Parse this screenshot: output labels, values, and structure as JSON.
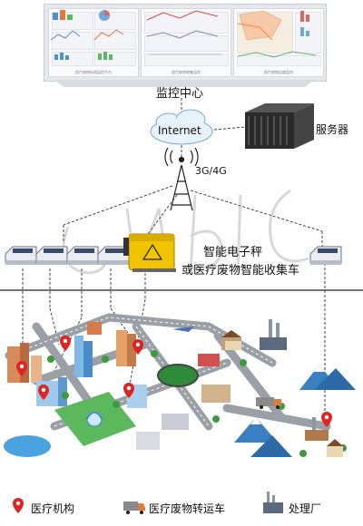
{
  "monitor": {
    "label": "监控中心",
    "screens": [
      {
        "caption": "医疗废物处理监控平台"
      },
      {
        "caption": "医疗废物收集监控"
      },
      {
        "caption": "医疗废物运输监控"
      }
    ]
  },
  "network": {
    "internet_label": "Internet",
    "server_label": "服务器",
    "tower_label": "3G/4G"
  },
  "collection": {
    "label_line1": "智能电子秤",
    "label_line2": "或医疗废物智能收集车"
  },
  "legend": [
    {
      "icon": "map-pin-icon",
      "label": "医疗机构",
      "color": "#e02424"
    },
    {
      "icon": "transfer-truck-icon",
      "label": "医疗废物转运车",
      "color": "#8a8a8a"
    },
    {
      "icon": "factory-icon",
      "label": "处理厂",
      "color": "#5a6b80"
    }
  ],
  "colors": {
    "pin_red": "#e02424",
    "grass_green": "#5cb85c",
    "road_gray": "#9aa0a6",
    "sky_blue": "#4aa3df",
    "cart_yellow": "#f2c300"
  }
}
